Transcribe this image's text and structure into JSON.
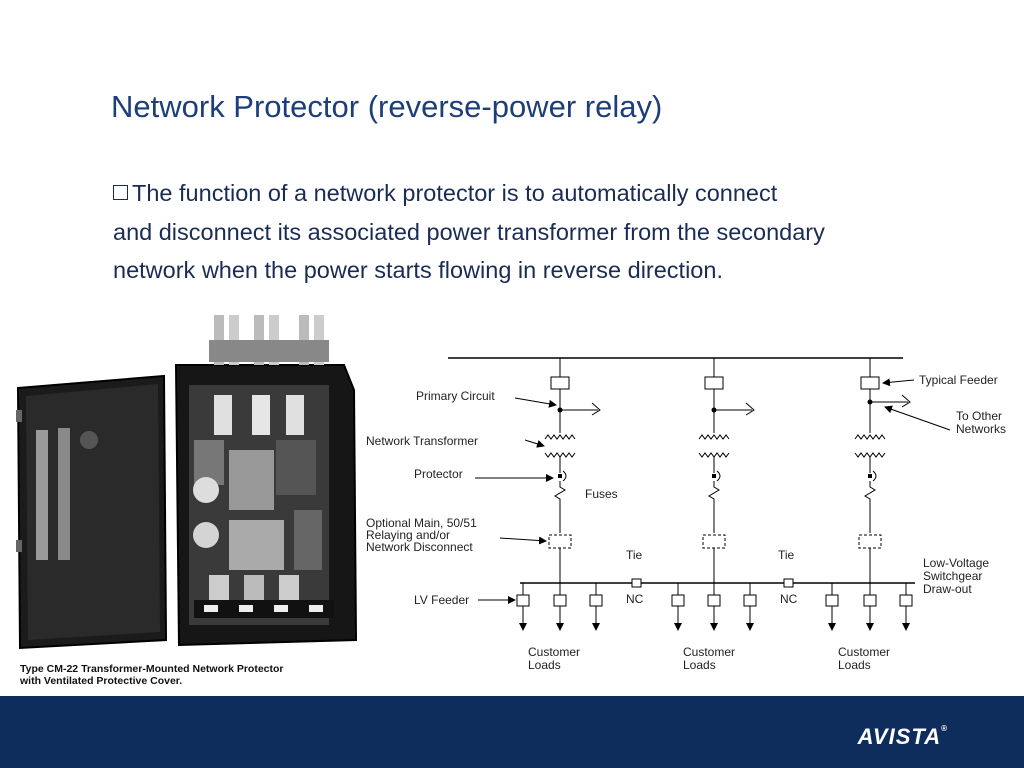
{
  "slide": {
    "title": "Network Protector (reverse-power relay)",
    "bullet_lines": [
      "The function of a network protector is to automatically connect",
      "and disconnect its associated power transformer from the secondary",
      "network when the power starts flowing in reverse direction."
    ]
  },
  "figure": {
    "caption_lines": [
      "Type CM-22 Transformer-Mounted Network Protector",
      "with Ventilated Protective Cover."
    ]
  },
  "diagram": {
    "labels": {
      "primary_circuit": "Primary Circuit",
      "network_transformer": "Network Transformer",
      "protector": "Protector",
      "fuses": "Fuses",
      "optional_main_1": "Optional Main, 50/51",
      "optional_main_2": "Relaying and/or",
      "optional_main_3": "Network Disconnect",
      "lv_feeder": "LV Feeder",
      "typical_feeder": "Typical Feeder",
      "to_other_1": "To Other",
      "to_other_2": "Networks",
      "low_voltage_1": "Low-Voltage",
      "low_voltage_2": "Switchgear",
      "low_voltage_3": "Draw-out",
      "tie": "Tie",
      "nc": "NC",
      "customer": "Customer",
      "loads": "Loads"
    }
  },
  "footer": {
    "logo_text": "AVISTA",
    "logo_reg": "®",
    "colors": {
      "band": "#0f2d5c",
      "title": "#1c3f7a"
    }
  }
}
